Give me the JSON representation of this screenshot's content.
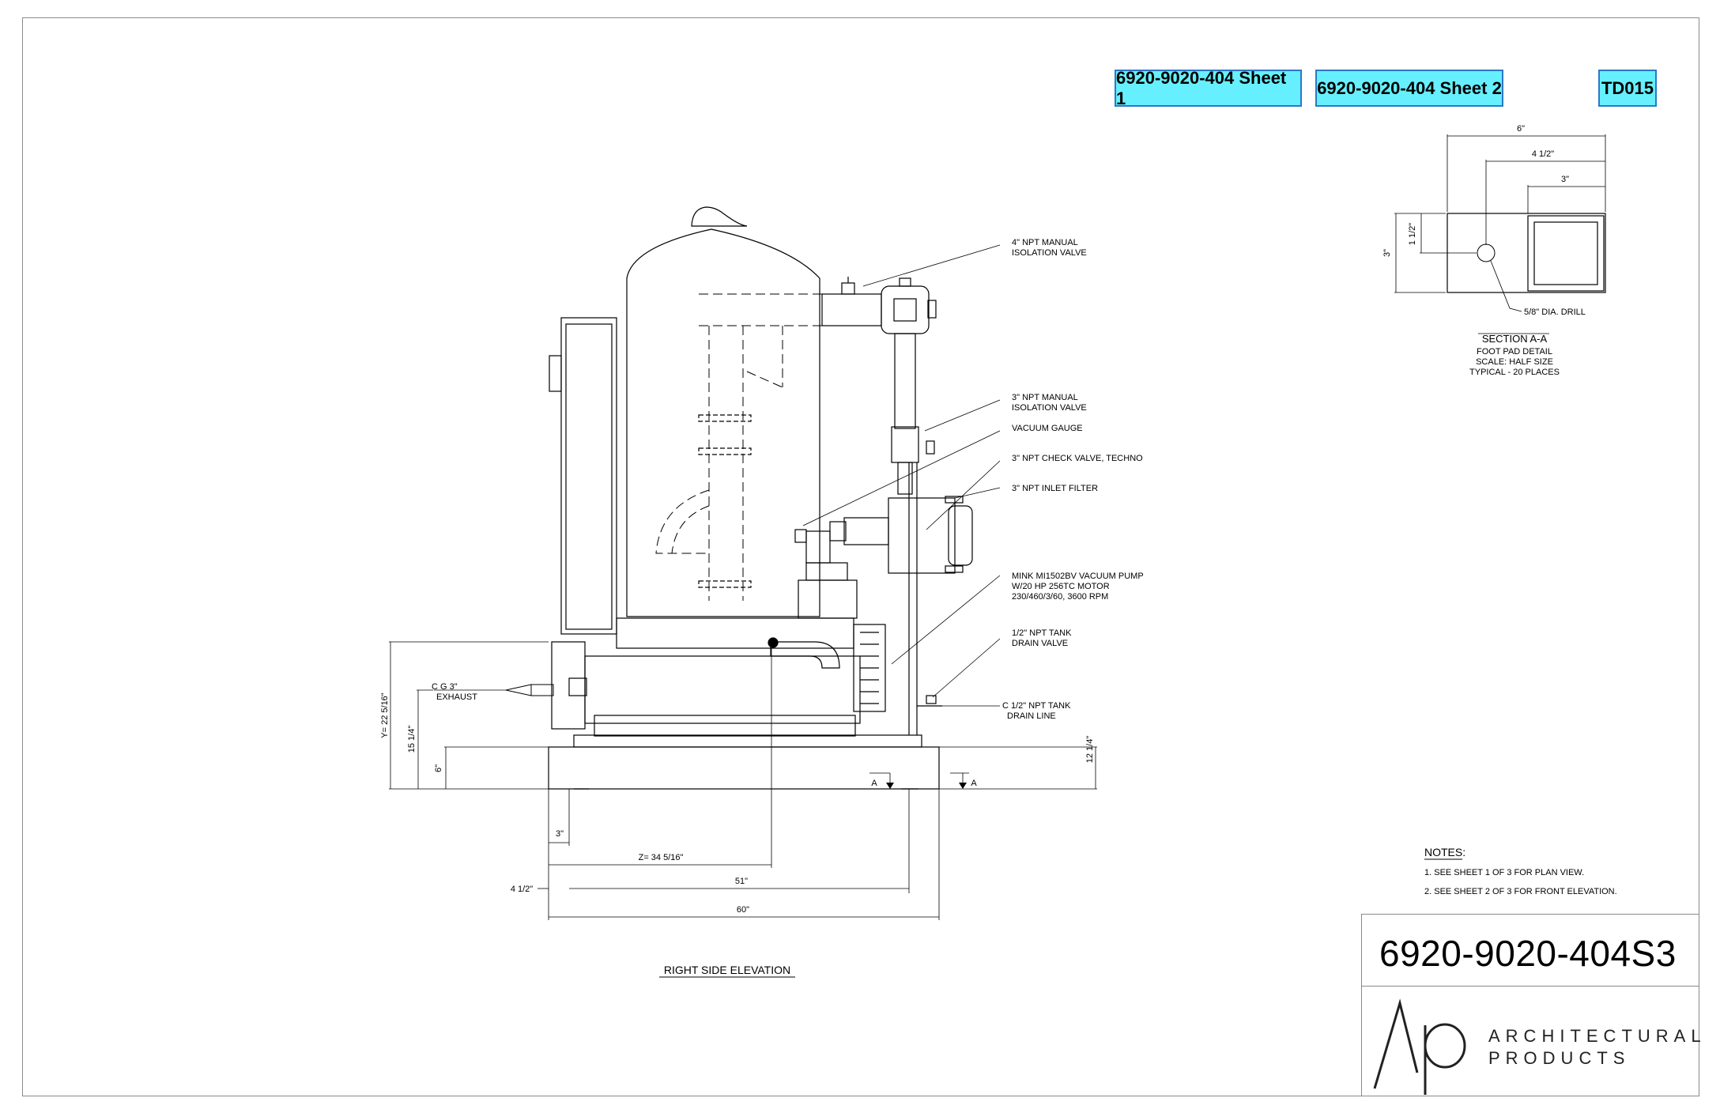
{
  "links": {
    "sheet1": "6920-9020-404 Sheet 1",
    "sheet2": "6920-9020-404 Sheet 2",
    "td": "TD015"
  },
  "callouts": {
    "manual_valve_4_l1": "4\" NPT MANUAL",
    "manual_valve_4_l2": "ISOLATION VALVE",
    "manual_valve_3_l1": "3\" NPT MANUAL",
    "manual_valve_3_l2": "ISOLATION VALVE",
    "vacuum_gauge": "VACUUM GAUGE",
    "check_valve": "3\" NPT CHECK VALVE, TECHNO",
    "inlet_filter": "3\" NPT INLET FILTER",
    "pump_l1": "MINK MI1502BV VACUUM PUMP",
    "pump_l2": "W/20 HP 256TC MOTOR",
    "pump_l3": "230/460/3/60, 3600 RPM",
    "tank_drain_l1": "1/2\" NPT TANK",
    "tank_drain_l2": "DRAIN VALVE",
    "drain_line_l1": "C 1/2\" NPT TANK",
    "drain_line_l2": "DRAIN LINE",
    "exhaust_l1": "C G 3\"",
    "exhaust_l2": "EXHAUST"
  },
  "dimensions": {
    "y": "Y= 22 5/16\"",
    "d15": "15 1/4\"",
    "d6": "6\"",
    "d12": "12 1/4\"",
    "d3": "3\"",
    "z": "Z= 34 5/16\"",
    "d51": "51\"",
    "d4_5": "4 1/2\"",
    "d60": "60\"",
    "section_a": "A"
  },
  "section": {
    "d6": "6\"",
    "d4_5": "4 1/2\"",
    "d3_top": "3\"",
    "d1_5": "1 1/2\"",
    "d3_side": "3\"",
    "drill": "5/8\" DIA. DRILL",
    "title": "SECTION A-A",
    "line1": "FOOT PAD DETAIL",
    "line2": "SCALE:  HALF SIZE",
    "line3": "TYPICAL - 20 PLACES"
  },
  "elevation_title": "RIGHT SIDE ELEVATION",
  "notes": {
    "title": "NOTES:",
    "n1": "1.   SEE SHEET 1 OF 3 FOR PLAN VIEW.",
    "n2": "2.   SEE SHEET 2 OF 3 FOR FRONT ELEVATION."
  },
  "title_block": {
    "drawing_number": "6920-9020-404S3",
    "company_line1": "ARCHITECTURAL",
    "company_line2": "PRODUCTS",
    "logo": "Ap"
  }
}
